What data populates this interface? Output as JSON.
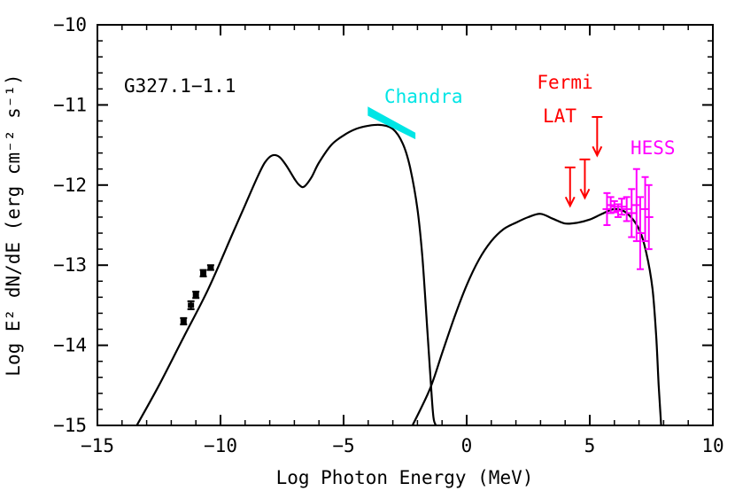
{
  "chart_data": {
    "type": "line",
    "title": "",
    "xlabel": "Log Photon Energy (MeV)",
    "ylabel": "Log E² dN/dE (erg cm⁻² s⁻¹)",
    "xlim": [
      -15,
      10
    ],
    "ylim": [
      -15,
      -10
    ],
    "xticks": [
      -15,
      -10,
      -5,
      0,
      5,
      10
    ],
    "yticks": [
      -15,
      -14,
      -13,
      -12,
      -11,
      -10
    ],
    "xtick_labels": [
      "−15",
      "−10",
      "−5",
      "0",
      "5",
      "10"
    ],
    "ytick_labels": [
      "−15",
      "−14",
      "−13",
      "−12",
      "−11",
      "−10"
    ],
    "grid": false,
    "annotations": {
      "source_name": "G327.1−1.1",
      "chandra": "Chandra",
      "fermi_line1": "Fermi",
      "fermi_line2": "LAT",
      "hess": "HESS"
    },
    "colors": {
      "model": "#000000",
      "chandra": "#00e5e5",
      "fermi": "#ff0000",
      "hess": "#ff00ff",
      "radio": "#000000"
    },
    "series": [
      {
        "kind": "model",
        "x": [
          -13.4,
          -12.5,
          -11.5,
          -10.5,
          -9.5,
          -9.0,
          -8.5,
          -8.2,
          -7.9,
          -7.6,
          -7.3,
          -7.0,
          -6.8,
          -6.6,
          -6.3,
          -6.0,
          -5.5,
          -5.0,
          -4.5,
          -4.0,
          -3.5,
          -3.0,
          -2.6,
          -2.3,
          -2.0,
          -1.8,
          -1.6,
          -1.45,
          -1.35,
          -1.25
        ],
        "y": [
          -15.0,
          -14.5,
          -13.9,
          -13.3,
          -12.6,
          -12.25,
          -11.9,
          -11.72,
          -11.63,
          -11.65,
          -11.77,
          -11.92,
          -12.0,
          -12.02,
          -11.9,
          -11.72,
          -11.5,
          -11.38,
          -11.3,
          -11.26,
          -11.25,
          -11.3,
          -11.48,
          -11.78,
          -12.3,
          -12.9,
          -13.8,
          -14.5,
          -14.9,
          -15.0
        ]
      },
      {
        "kind": "model",
        "x": [
          -2.2,
          -1.5,
          -1.0,
          -0.5,
          0.0,
          0.5,
          1.0,
          1.5,
          2.0,
          2.5,
          3.0,
          3.5,
          4.0,
          4.5,
          5.0,
          5.5,
          6.0,
          6.5,
          7.0,
          7.3,
          7.55,
          7.7,
          7.8,
          7.9
        ],
        "y": [
          -15.0,
          -14.55,
          -14.1,
          -13.65,
          -13.25,
          -12.93,
          -12.7,
          -12.55,
          -12.47,
          -12.4,
          -12.36,
          -12.42,
          -12.48,
          -12.47,
          -12.43,
          -12.36,
          -12.3,
          -12.35,
          -12.55,
          -12.85,
          -13.3,
          -13.9,
          -14.5,
          -15.0
        ]
      },
      {
        "kind": "radio",
        "x": [
          -11.5,
          -11.2,
          -11.0,
          -10.7,
          -10.4
        ],
        "y": [
          -13.7,
          -13.5,
          -13.37,
          -13.1,
          -13.03
        ],
        "yerr": [
          0.04,
          0.05,
          0.04,
          0.04,
          0.03
        ]
      },
      {
        "kind": "chandra_band",
        "x": [
          -4.0,
          -2.1
        ],
        "y_upper": [
          -11.03,
          -11.35
        ],
        "y_lower": [
          -11.13,
          -11.42
        ]
      },
      {
        "kind": "fermi_upper_limits",
        "x": [
          4.2,
          4.8,
          5.3
        ],
        "y": [
          -11.78,
          -11.68,
          -11.15
        ],
        "arrow_length": 0.48
      },
      {
        "kind": "hess",
        "x": [
          5.7,
          5.85,
          6.0,
          6.15,
          6.3,
          6.5,
          6.7,
          6.9,
          7.05,
          7.25,
          7.4
        ],
        "y": [
          -12.3,
          -12.25,
          -12.27,
          -12.32,
          -12.27,
          -12.3,
          -12.35,
          -12.25,
          -12.6,
          -12.3,
          -12.4
        ],
        "yerr": [
          0.2,
          0.1,
          0.07,
          0.08,
          0.1,
          0.15,
          0.3,
          0.45,
          0.45,
          0.4,
          0.4
        ]
      }
    ]
  }
}
